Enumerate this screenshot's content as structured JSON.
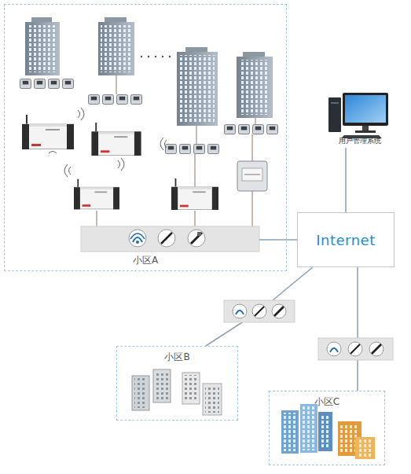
{
  "diagram": {
    "nodes": [
      {
        "text": [
          "小区A"
        ]
      },
      {
        "text": [
          "Internet"
        ]
      },
      {
        "text": [
          "用户管理系统"
        ]
      },
      {
        "text": [
          "小区B"
        ]
      },
      {
        "text": [
          "小区C"
        ]
      }
    ],
    "edges": [
      {
        "from": 1,
        "to": 0,
        "arrow": "none"
      },
      {
        "from": 1,
        "to": 2,
        "arrow": "none"
      },
      {
        "from": 1,
        "to": 3,
        "arrow": "none"
      },
      {
        "from": 1,
        "to": 4,
        "arrow": "none"
      }
    ]
  }
}
